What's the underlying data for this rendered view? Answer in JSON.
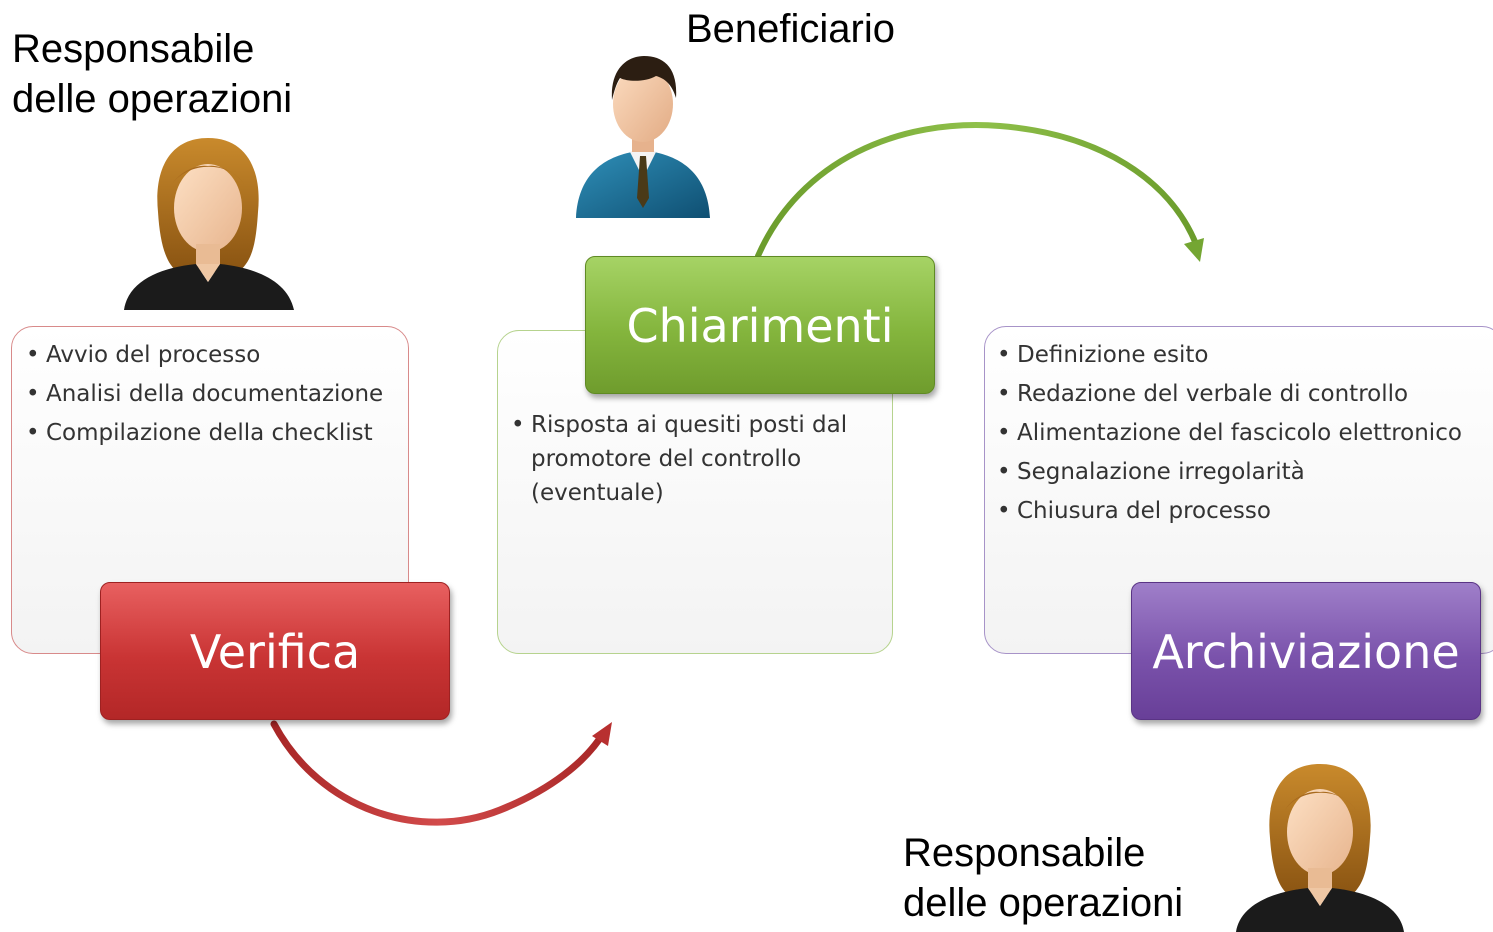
{
  "roles": {
    "left": {
      "line1": "Responsabile",
      "line2": "delle operazioni"
    },
    "top": {
      "line1": "Beneficiario"
    },
    "right": {
      "line1": "Responsabile",
      "line2": "delle operazioni"
    }
  },
  "steps": {
    "verifica": {
      "title": "Verifica",
      "items": [
        "Avvio del processo",
        "Analisi della documentazione",
        "Compilazione della checklist"
      ]
    },
    "chiarimenti": {
      "title": "Chiarimenti",
      "items": [
        "Risposta ai quesiti posti dal promotore del controllo (eventuale)"
      ]
    },
    "archiviazione": {
      "title": "Archiviazione",
      "items": [
        "Definizione esito",
        "Redazione del verbale di controllo",
        "Alimentazione del fascicolo elettronico",
        "Segnalazione irregolarità",
        "Chiusura del processo"
      ]
    }
  },
  "colors": {
    "verifica": "#c93434",
    "chiarimenti": "#84b53d",
    "archiviazione": "#7a52ab",
    "arrow_red": "#c43a3a",
    "arrow_green": "#7fae3a"
  },
  "icons": {
    "left": "woman-user-icon",
    "top": "businessman-user-icon",
    "right": "woman-user-icon"
  }
}
